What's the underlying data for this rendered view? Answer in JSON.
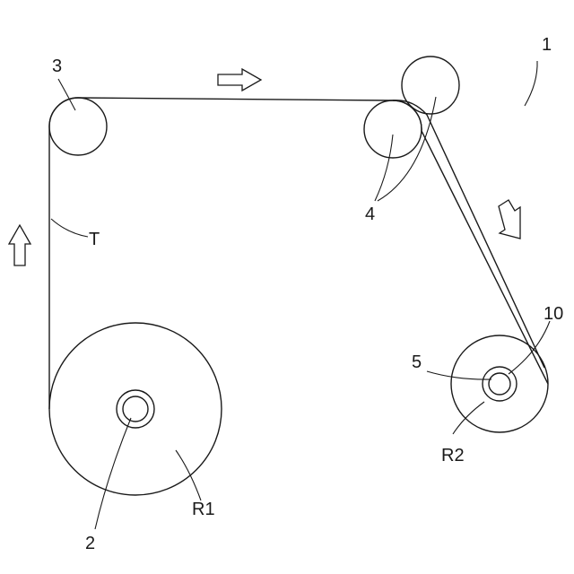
{
  "labels": {
    "device": "1",
    "core_r1": "2",
    "guide_roller": "3",
    "nip_rollers": "4",
    "core_r2": "5",
    "roll_component": "10",
    "tape": "T",
    "roll_r1": "R1",
    "roll_r2": "R2"
  },
  "colors": {
    "line": "#1a1a1a",
    "background": "#ffffff"
  }
}
